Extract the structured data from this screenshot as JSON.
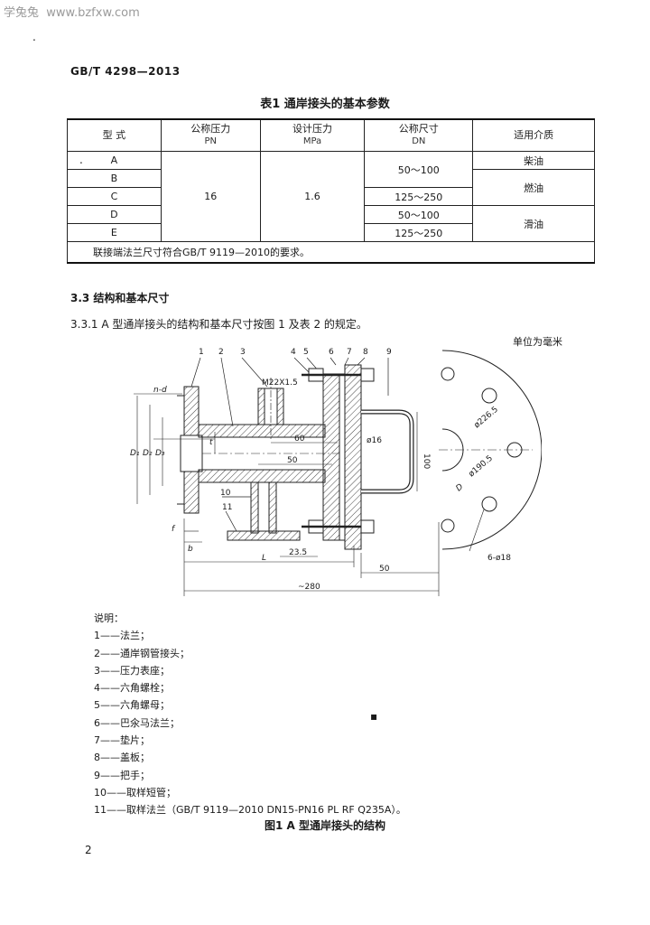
{
  "watermark": "学兔兔  www.bzfxw.com",
  "doc": {
    "code": "GB/T 4298—2013"
  },
  "table": {
    "title": "表1  通岸接头的基本参数",
    "headers": [
      {
        "label": "型    式",
        "unit": ""
      },
      {
        "label": "公称压力",
        "unit": "PN"
      },
      {
        "label": "设计压力",
        "unit": "MPa"
      },
      {
        "label": "公称尺寸",
        "unit": "DN"
      },
      {
        "label": "适用介质",
        "unit": ""
      }
    ],
    "types": [
      "A",
      "B",
      "C",
      "D",
      "E"
    ],
    "pn": "16",
    "mpa": "1.6",
    "dn": [
      "50～100",
      "125～250",
      "50～100",
      "125～250"
    ],
    "media": [
      "柴油",
      "燃油",
      "滑油"
    ],
    "note": "联接端法兰尺寸符合GB/T 9119—2010的要求。"
  },
  "section": {
    "heading": "3.3   结构和基本尺寸",
    "para": "3.3.1   A 型通岸接头的结构和基本尺寸按图 1 及表 2 的规定。"
  },
  "unit_note": "单位为毫米",
  "drawing": {
    "callouts": [
      "1",
      "2",
      "3",
      "4",
      "5",
      "6",
      "7",
      "8",
      "9",
      "10",
      "11"
    ],
    "thread": "M22X1.5",
    "dims": {
      "nd": "n-d",
      "d1": "D₁",
      "d2": "D₂",
      "d3": "D₃",
      "t": "t",
      "dim60": "60",
      "dim50a": "50",
      "phi16": "ø16",
      "dim100": "100",
      "dim235": "23.5",
      "L": "L",
      "dim50b": "50",
      "dim280": "~280",
      "b": "b",
      "f": "f",
      "pcd1": "ø226.5",
      "pcd2": "ø190.5",
      "bore": "D",
      "holes": "6-ø18"
    }
  },
  "legend": {
    "title": "说明：",
    "items": [
      "1——法兰；",
      "2——通岸钢管接头；",
      "3——压力表座；",
      "4——六角螺栓；",
      "5——六角螺母；",
      "6——巴氽马法兰；",
      "7——垫片；",
      "8——盖板；",
      "9——把手；",
      "10——取样短管；",
      "11——取样法兰（GB/T 9119—2010 DN15-PN16 PL RF Q235A）。"
    ]
  },
  "figure_caption": "图1   A 型通岸接头的结构",
  "page_number": "2"
}
